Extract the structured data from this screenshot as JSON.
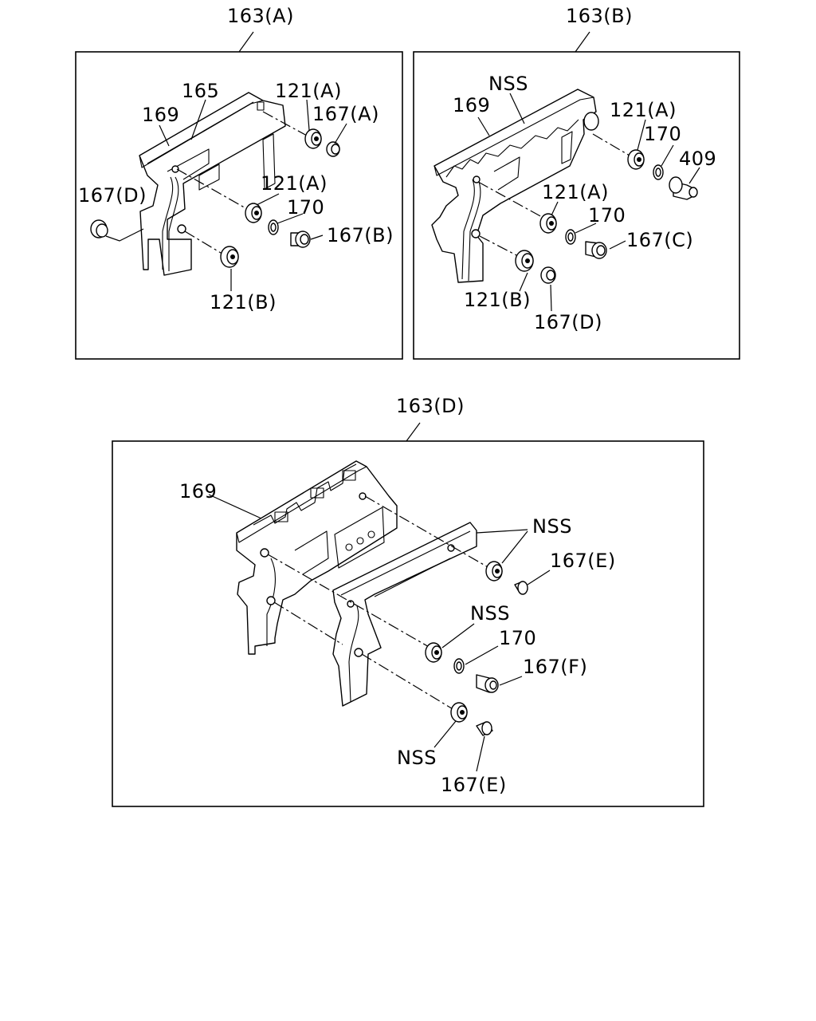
{
  "panels": {
    "a": {
      "title": "163(A)",
      "labels": {
        "p165": "165",
        "p169": "169",
        "p121a_top": "121(A)",
        "p167a": "167(A)",
        "p167d": "167(D)",
        "p121a_mid": "121(A)",
        "p170": "170",
        "p167b": "167(B)",
        "p121b": "121(B)"
      }
    },
    "b": {
      "title": "163(B)",
      "labels": {
        "nss": "NSS",
        "p169": "169",
        "p121a_top": "121(A)",
        "p170_top": "170",
        "p409": "409",
        "p121a_mid": "121(A)",
        "p170_mid": "170",
        "p167c": "167(C)",
        "p121b": "121(B)",
        "p167d": "167(D)"
      }
    },
    "d": {
      "title": "163(D)",
      "labels": {
        "p169": "169",
        "nss_top": "NSS",
        "p167e_top": "167(E)",
        "nss_mid": "NSS",
        "p170": "170",
        "p167f": "167(F)",
        "nss_bottom": "NSS",
        "p167e_bottom": "167(E)"
      }
    }
  }
}
